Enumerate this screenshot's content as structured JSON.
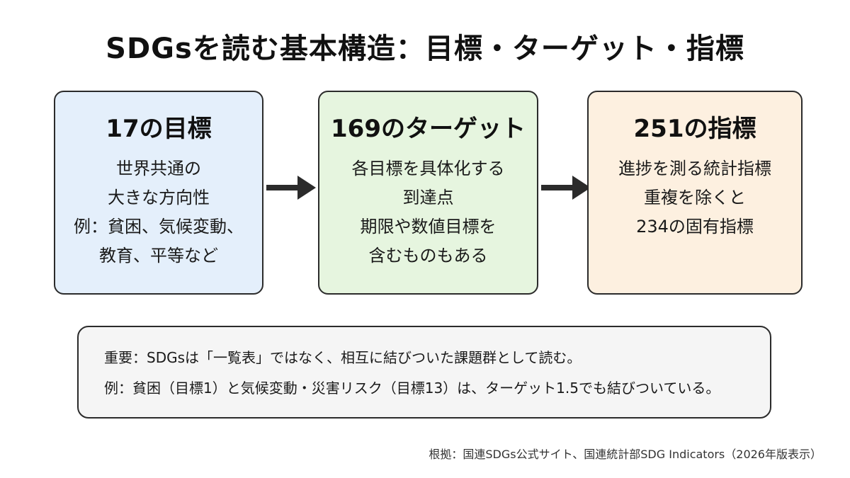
{
  "title": "SDGsを読む基本構造：目標・ターゲット・指標",
  "boxes": [
    {
      "heading": "17の目標",
      "lines": [
        "世界共通の",
        "大きな方向性",
        "例：貧困、気候変動、",
        "教育、平等など"
      ],
      "fill": "#e4effb"
    },
    {
      "heading": "169のターゲット",
      "lines": [
        "各目標を具体化する",
        "到達点",
        "期限や数値目標を",
        "含むものもある"
      ],
      "fill": "#e6f5df"
    },
    {
      "heading": "251の指標",
      "lines": [
        "進捗を測る統計指標",
        "重複を除くと",
        "234の固有指標"
      ],
      "fill": "#fdf0e0"
    }
  ],
  "note": {
    "lines": [
      "重要：SDGsは「一覧表」ではなく、相互に結びついた課題群として読む。",
      "例：貧困（目標1）と気候変動・災害リスク（目標13）は、ターゲット1.5でも結びついている。"
    ]
  },
  "source": "根拠：国連SDGs公式サイト、国連統計部SDG Indicators（2026年版表示）"
}
